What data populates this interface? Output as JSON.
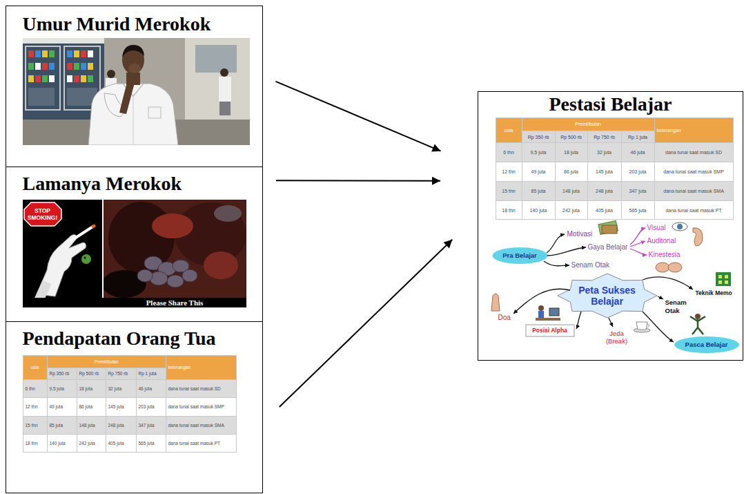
{
  "diagram": {
    "nodes": [
      {
        "text": [
          "Umur Murid Merokok"
        ]
      },
      {
        "text": [
          "Lamanya Merokok"
        ]
      },
      {
        "text": [
          "Pendapatan Orang Tua"
        ]
      },
      {
        "text": [
          "Pestasi Belajar"
        ]
      }
    ],
    "edges": [
      {
        "from": 0,
        "to": 3,
        "arrow": "to"
      },
      {
        "from": 1,
        "to": 3,
        "arrow": "to"
      },
      {
        "from": 2,
        "to": 3,
        "arrow": "to"
      }
    ],
    "labels": [
      "STOP SMOKING!",
      "Please Share This",
      "usia",
      "Premi/bulan",
      "keterangan",
      "Rp 350 rb",
      "Rp 500 rb",
      "Rp 750 rb",
      "Rp 1 juta",
      "6 thn",
      "9,5 juta",
      "18 juta",
      "32 juta",
      "46 juta",
      "dana tunai saat masuk SD",
      "12 thn",
      "49 juta",
      "86 juta",
      "145 juta",
      "203 juta",
      "dana tunai saat masuk SMP",
      "15 thn",
      "85 juta",
      "148 juta",
      "248 juta",
      "347 juta",
      "dana tunai saat masuk SMA",
      "18 thn",
      "140 juta",
      "242 juta",
      "405 juta",
      "565 juta",
      "dana tunai saat masuk PT",
      "usia",
      "Premi/bulan",
      "keterangan",
      "Rp 350 rb",
      "Rp 500 rb",
      "Rp 750 rb",
      "Rp 1 juta",
      "6 thn",
      "9,5 juta",
      "18 juta",
      "32 juta",
      "46 juta",
      "dana tunai saat masuk SD",
      "12 thn",
      "49 juta",
      "86 juta",
      "145 juta",
      "203 juta",
      "dana tunai saat masuk SMP",
      "15 thn",
      "85 juta",
      "148 juta",
      "248 juta",
      "347 juta",
      "dana tunai saat masuk SMA",
      "18 thn",
      "140 juta",
      "242 juta",
      "405 juta",
      "565 juta",
      "dana tunai saat masuk PT",
      "Motivasi",
      "Visual",
      "Gaya Belajar",
      "Auditonal",
      "Kinestesia",
      "Pra Belajar",
      "Senam Otak",
      "Peta Sukses Belajar",
      "Teknik Memo",
      "Senam Otak",
      "Doa",
      "Posisi Alpha",
      "Jeda (Break)",
      "Pasca Belajar"
    ]
  }
}
